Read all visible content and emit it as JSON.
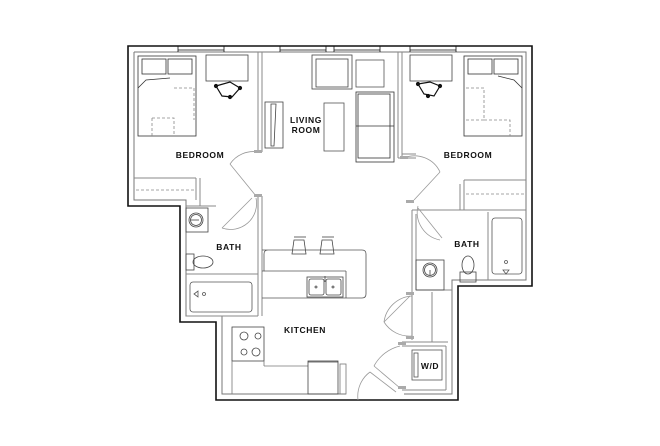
{
  "plan": {
    "type": "floor-plan",
    "colors": {
      "outer_wall": "#111111",
      "inner_wall": "#777777",
      "fixture": "#555555",
      "background": "#ffffff",
      "label": "#111111"
    },
    "rooms": [
      {
        "id": "bedroom-left",
        "label": "BEDROOM"
      },
      {
        "id": "living-room",
        "label": "LIVING\nROOM"
      },
      {
        "id": "bedroom-right",
        "label": "BEDROOM"
      },
      {
        "id": "bath-left",
        "label": "BATH"
      },
      {
        "id": "bath-right",
        "label": "BATH"
      },
      {
        "id": "kitchen",
        "label": "KITCHEN"
      },
      {
        "id": "laundry",
        "label": "W/D"
      }
    ],
    "fixtures": {
      "bedroom_left": [
        "bed",
        "desk",
        "desk-chair",
        "closet"
      ],
      "living_room": [
        "tv-console",
        "armchair",
        "side-table",
        "coffee-table",
        "sofa"
      ],
      "bedroom_right": [
        "bed",
        "desk",
        "desk-chair",
        "closet"
      ],
      "bath_left": [
        "sink",
        "toilet",
        "bathtub"
      ],
      "bath_right": [
        "sink",
        "toilet",
        "bathtub"
      ],
      "kitchen": [
        "bar-stools",
        "island",
        "double-sink",
        "range",
        "refrigerator",
        "counter"
      ],
      "laundry": [
        "washer-dryer"
      ]
    }
  }
}
